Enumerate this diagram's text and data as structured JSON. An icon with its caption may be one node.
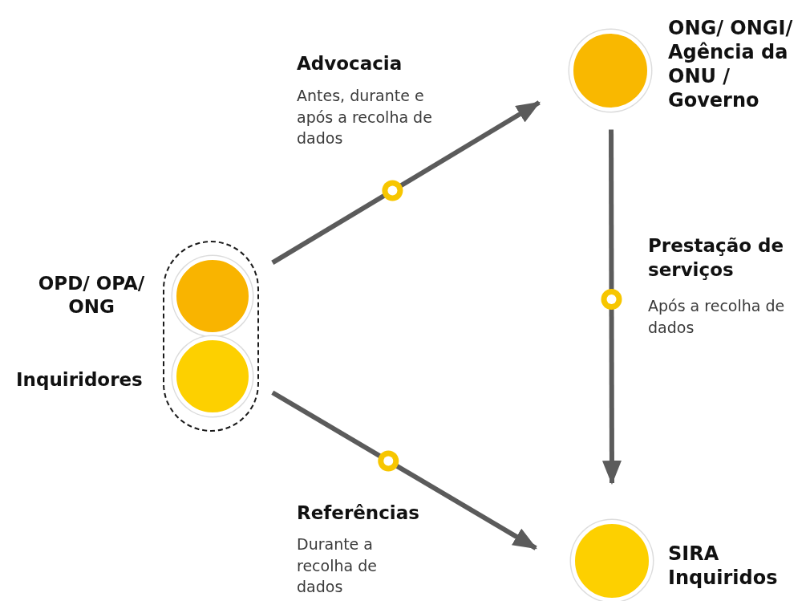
{
  "diagram": {
    "nodes": [
      {
        "text": [],
        "shape": "box"
      },
      {
        "text": [
          "OPD/ OPA/ ONG"
        ],
        "in": 0
      },
      {
        "text": [
          "Inquiridores"
        ],
        "in": 0
      },
      {
        "text": [
          "ONG/ ONGI/ Agência da ONU / Governo"
        ]
      },
      {
        "text": [
          "SIRA Inquiridos"
        ]
      }
    ],
    "edges": [
      {
        "from": 0,
        "to": 3,
        "arrow": "to"
      },
      {
        "from": 0,
        "to": 4,
        "arrow": "to",
        "label": "Referências"
      },
      {
        "from": 3,
        "to": 4,
        "arrow": "to",
        "label": "Prestação de serviços"
      }
    ],
    "labels": [
      "Advocacia",
      "Antes, durante e após a recolha de dados",
      "Após a recolha de dados",
      "Durante a recolha de dados"
    ]
  }
}
